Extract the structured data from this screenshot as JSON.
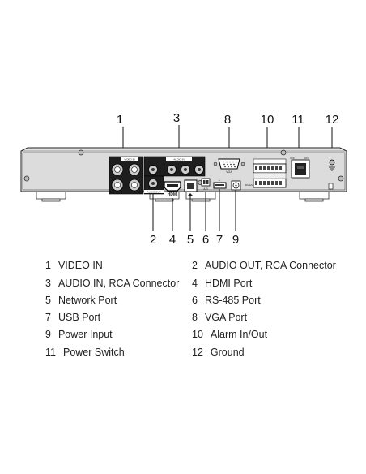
{
  "callouts": {
    "top": [
      "1",
      "3",
      "8",
      "10",
      "11",
      "12"
    ],
    "bottom": [
      "2",
      "4",
      "5",
      "6",
      "7",
      "9"
    ]
  },
  "panel_labels": {
    "video_in": "VIDEO IN",
    "audio_in": "AUDIO IN",
    "audio_out": "AUDIO OUT",
    "hdmi": "HDMI",
    "vga": "VGA",
    "rs485": "A B",
    "power": "DC12V",
    "switch_off": "OFF",
    "switch_on": "ON"
  },
  "legend": [
    {
      "num": "1",
      "text": "VIDEO IN"
    },
    {
      "num": "2",
      "text": "AUDIO OUT, RCA Connector"
    },
    {
      "num": "3",
      "text": "AUDIO IN, RCA Connector"
    },
    {
      "num": "4",
      "text": "HDMI Port"
    },
    {
      "num": "5",
      "text": "Network Port"
    },
    {
      "num": "6",
      "text": "RS-485 Port"
    },
    {
      "num": "7",
      "text": "USB Port"
    },
    {
      "num": "8",
      "text": "VGA Port"
    },
    {
      "num": "9",
      "text": "Power Input"
    },
    {
      "num": "10",
      "text": "Alarm In/Out"
    },
    {
      "num": "11",
      "text": "Power Switch"
    },
    {
      "num": "12",
      "text": "Ground"
    }
  ]
}
